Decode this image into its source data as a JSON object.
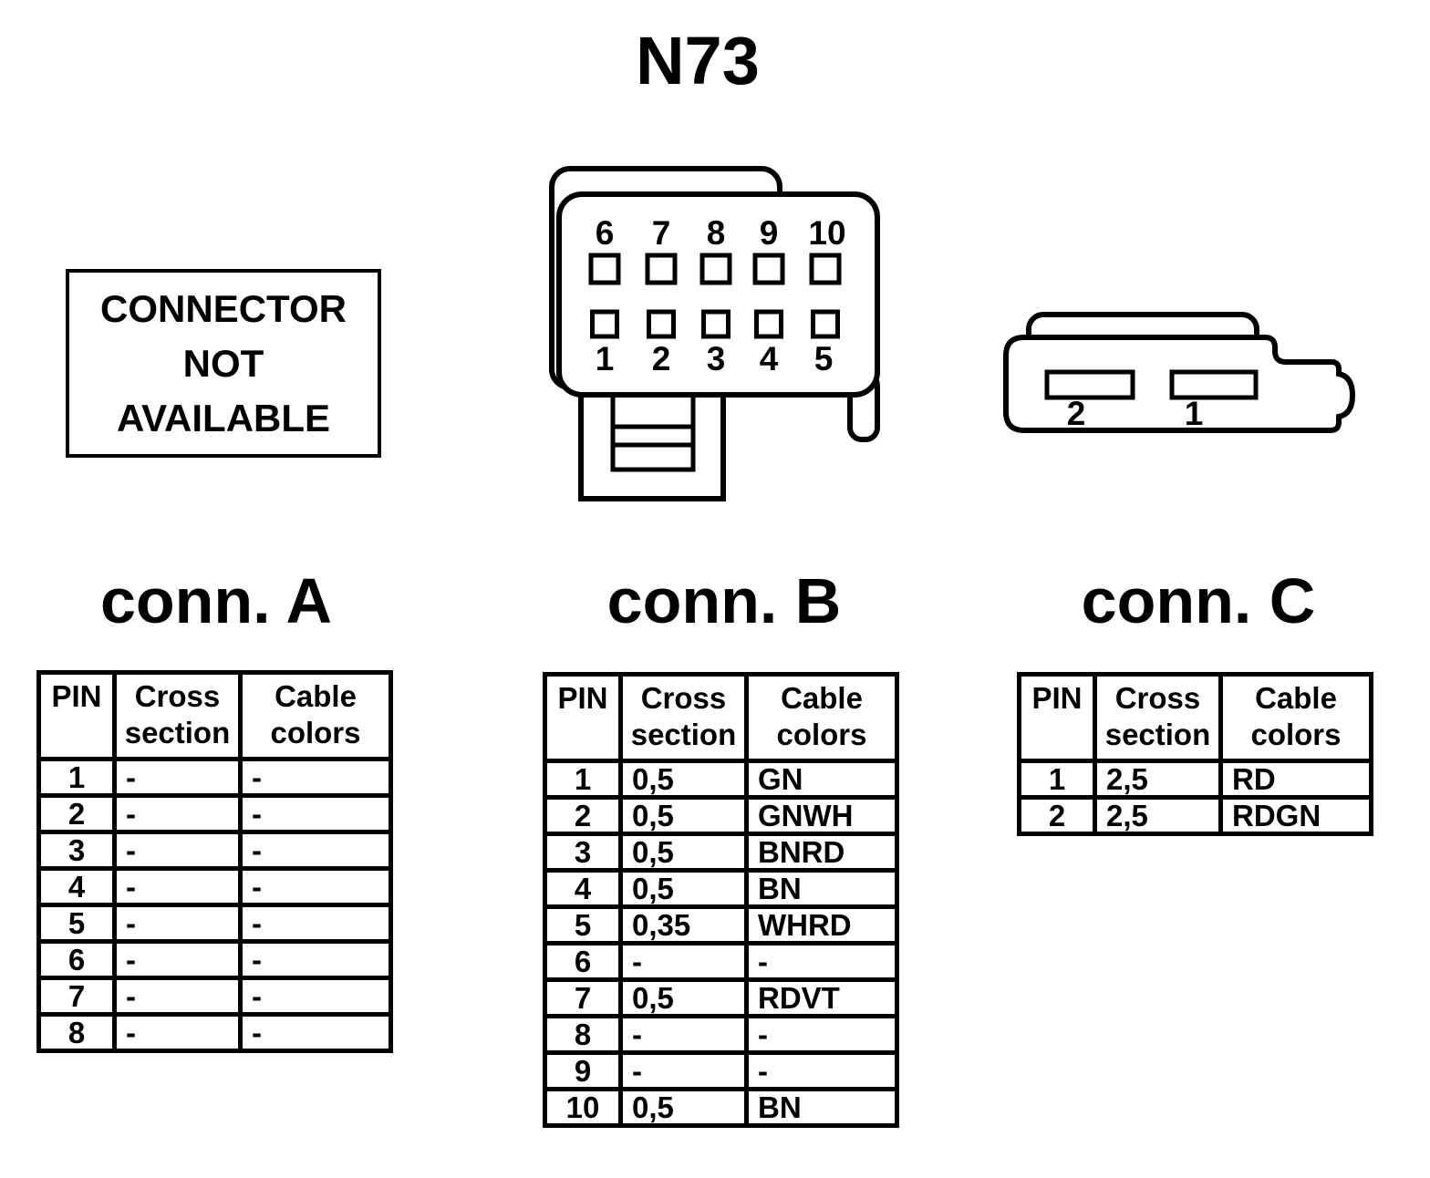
{
  "title": "N73",
  "not_available_box": {
    "text": "CONNECTOR\nNOT\nAVAILABLE"
  },
  "connector_b_diagram": {
    "pins_top": [
      "6",
      "7",
      "8",
      "9",
      "10"
    ],
    "pins_bottom": [
      "1",
      "2",
      "3",
      "4",
      "5"
    ]
  },
  "connector_c_diagram": {
    "pins": [
      "2",
      "1"
    ]
  },
  "tables": {
    "connA": {
      "heading": "conn. A",
      "columns": [
        "PIN",
        "Cross\nsection",
        "Cable\ncolors"
      ],
      "rows": [
        [
          "1",
          "-",
          "-"
        ],
        [
          "2",
          "-",
          "-"
        ],
        [
          "3",
          "-",
          "-"
        ],
        [
          "4",
          "-",
          "-"
        ],
        [
          "5",
          "-",
          "-"
        ],
        [
          "6",
          "-",
          "-"
        ],
        [
          "7",
          "-",
          "-"
        ],
        [
          "8",
          "-",
          "-"
        ]
      ]
    },
    "connB": {
      "heading": "conn. B",
      "columns": [
        "PIN",
        "Cross\nsection",
        "Cable\ncolors"
      ],
      "rows": [
        [
          "1",
          "0,5",
          "GN"
        ],
        [
          "2",
          "0,5",
          "GNWH"
        ],
        [
          "3",
          "0,5",
          "BNRD"
        ],
        [
          "4",
          "0,5",
          "BN"
        ],
        [
          "5",
          "0,35",
          "WHRD"
        ],
        [
          "6",
          "-",
          "-"
        ],
        [
          "7",
          "0,5",
          "RDVT"
        ],
        [
          "8",
          "-",
          "-"
        ],
        [
          "9",
          "-",
          "-"
        ],
        [
          "10",
          "0,5",
          "BN"
        ]
      ]
    },
    "connC": {
      "heading": "conn. C",
      "columns": [
        "PIN",
        "Cross\nsection",
        "Cable\ncolors"
      ],
      "rows": [
        [
          "1",
          "2,5",
          "RD"
        ],
        [
          "2",
          "2,5",
          "RDGN"
        ]
      ]
    }
  },
  "colors": {
    "ink": "#000000",
    "background": "#ffffff"
  }
}
